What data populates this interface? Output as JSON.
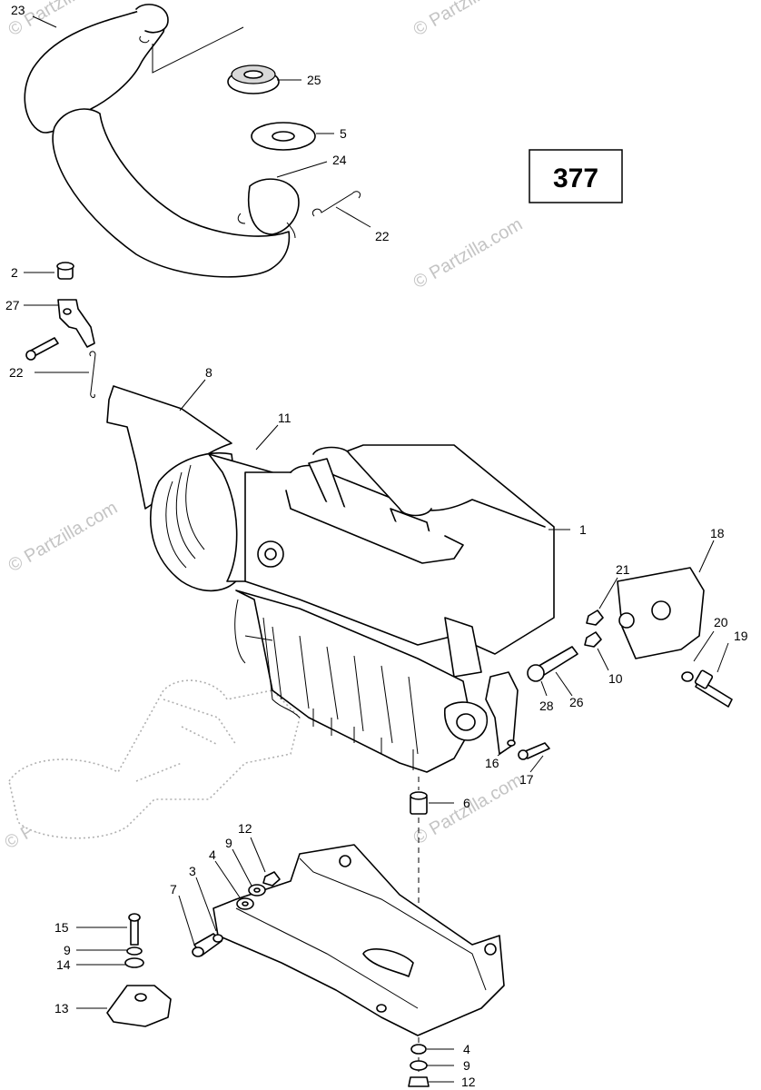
{
  "diagram_number": "377",
  "watermark_text": "© Partzilla.com",
  "callouts": [
    "23",
    "25",
    "5",
    "24",
    "22",
    "2",
    "27",
    "22",
    "8",
    "11",
    "1",
    "18",
    "21",
    "20",
    "19",
    "10",
    "26",
    "28",
    "16",
    "17",
    "6",
    "12",
    "9",
    "4",
    "3",
    "7",
    "15",
    "9",
    "14",
    "13",
    "4",
    "9",
    "12"
  ]
}
